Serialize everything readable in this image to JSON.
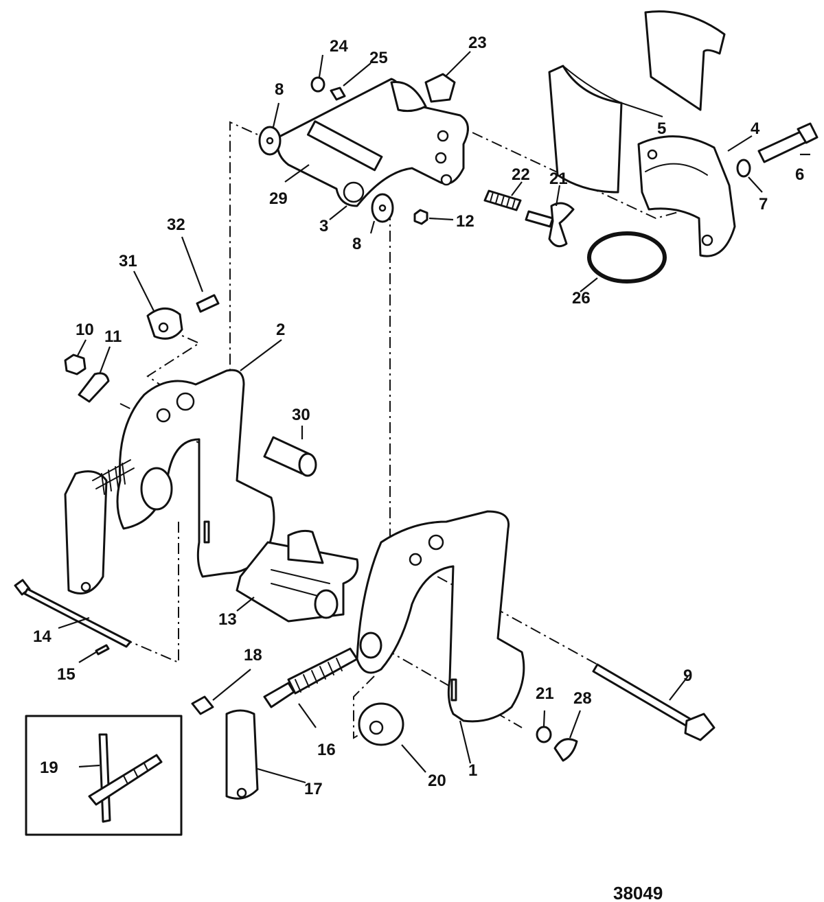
{
  "figure_number": "38049",
  "callouts": [
    {
      "id": "c1",
      "label": "1"
    },
    {
      "id": "c2",
      "label": "2"
    },
    {
      "id": "c3",
      "label": "3"
    },
    {
      "id": "c4",
      "label": "4"
    },
    {
      "id": "c5",
      "label": "5"
    },
    {
      "id": "c6",
      "label": "6"
    },
    {
      "id": "c7",
      "label": "7"
    },
    {
      "id": "c8a",
      "label": "8"
    },
    {
      "id": "c8b",
      "label": "8"
    },
    {
      "id": "c9",
      "label": "9"
    },
    {
      "id": "c10",
      "label": "10"
    },
    {
      "id": "c11",
      "label": "11"
    },
    {
      "id": "c12",
      "label": "12"
    },
    {
      "id": "c13",
      "label": "13"
    },
    {
      "id": "c14",
      "label": "14"
    },
    {
      "id": "c15",
      "label": "15"
    },
    {
      "id": "c16",
      "label": "16"
    },
    {
      "id": "c17",
      "label": "17"
    },
    {
      "id": "c18",
      "label": "18"
    },
    {
      "id": "c19",
      "label": "19"
    },
    {
      "id": "c20",
      "label": "20"
    },
    {
      "id": "c21a",
      "label": "21"
    },
    {
      "id": "c21b",
      "label": "21"
    },
    {
      "id": "c22",
      "label": "22"
    },
    {
      "id": "c23",
      "label": "23"
    },
    {
      "id": "c24",
      "label": "24"
    },
    {
      "id": "c25",
      "label": "25"
    },
    {
      "id": "c26",
      "label": "26"
    },
    {
      "id": "c28",
      "label": "28"
    },
    {
      "id": "c29",
      "label": "29"
    },
    {
      "id": "c30",
      "label": "30"
    },
    {
      "id": "c31",
      "label": "31"
    },
    {
      "id": "c32",
      "label": "32"
    }
  ]
}
